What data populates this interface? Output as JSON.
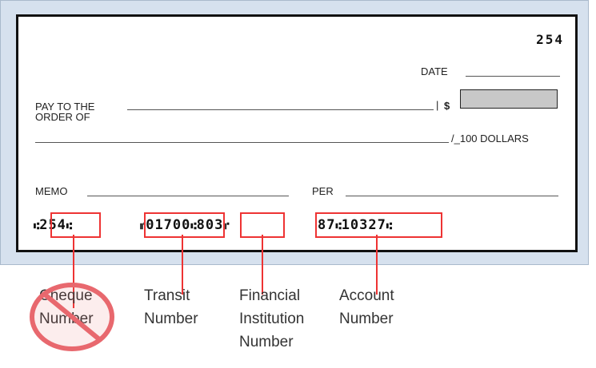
{
  "cheque": {
    "number": "254",
    "date_label": "DATE",
    "pay_to_line1": "PAY TO THE",
    "pay_to_line2": "ORDER OF",
    "dollar_sign": "$",
    "dollars_suffix": "/_100 DOLLARS",
    "memo_label": "MEMO",
    "per_label": "PER"
  },
  "micr": {
    "cheque_number": "254",
    "transit_number": "01700",
    "institution_number": "803",
    "account_number": "10327",
    "account_prefix": "87",
    "symbol_on_us": "⑆",
    "symbol_transit": "⑈"
  },
  "labels": {
    "cheque_number": [
      "Cheque",
      "Number"
    ],
    "transit_number": [
      "Transit",
      "Number"
    ],
    "institution_number": [
      "Financial",
      "Institution",
      "Number"
    ],
    "account_number": [
      "Account",
      "Number"
    ]
  },
  "colors": {
    "highlight": "#ee3333",
    "frame_background": "#d6e1ee",
    "no_symbol": "#e8686e",
    "amount_box": "#c8c8c8"
  },
  "icons": {
    "cheque_number_mark": "prohibited-icon"
  }
}
